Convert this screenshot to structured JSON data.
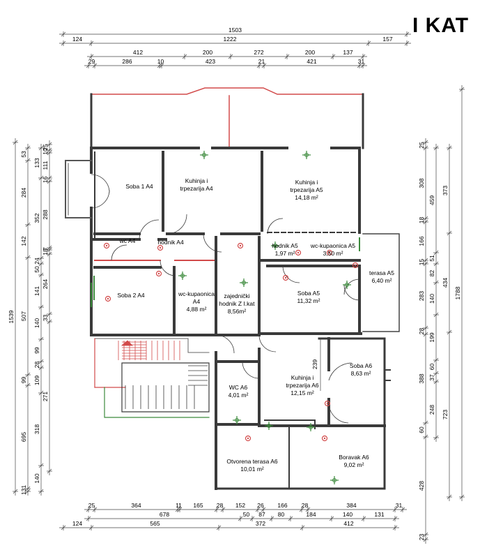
{
  "title": "I KAT",
  "dims": {
    "top1": [
      "1503"
    ],
    "top2": [
      "124",
      "1222",
      "157"
    ],
    "top3": [
      "412",
      "200",
      "272",
      "200",
      "137"
    ],
    "top4": [
      "29",
      "286",
      "10",
      "423",
      "21",
      "421",
      "31"
    ],
    "bot1": [
      "25",
      "364",
      "11",
      "165",
      "28",
      "152",
      "26",
      "166",
      "28",
      "384",
      "31"
    ],
    "bot2": [
      "678",
      "50",
      "87",
      "80",
      "184",
      "140",
      "131"
    ],
    "bot3": [
      "124",
      "565",
      "372",
      "412"
    ],
    "left1": [
      "1539"
    ],
    "left2": [
      "53",
      "284",
      "142",
      "507",
      "99",
      "695",
      "131"
    ],
    "left3": [
      "133",
      "352",
      "24",
      "50",
      "141",
      "140",
      "99",
      "28",
      "109",
      "318",
      "140"
    ],
    "left4": [
      "25",
      "10",
      "111",
      "16",
      "288",
      "7",
      "18",
      "264",
      "33",
      "271"
    ],
    "right1": [
      "1788"
    ],
    "right2": [
      "373",
      "434",
      "723"
    ],
    "right3": [
      "459",
      "51",
      "82",
      "140",
      "199",
      "60",
      "37",
      "248"
    ],
    "right4": [
      "25",
      "308",
      "18",
      "166",
      "15",
      "283",
      "28",
      "388",
      "60",
      "428",
      "23"
    ]
  },
  "rooms": [
    {
      "name": "Soba 1 A4",
      "area": ""
    },
    {
      "name": "Kuhinja i\ntrpezarija A4",
      "area": ""
    },
    {
      "name": "Kuhinja i\ntrpezarija A5",
      "area": "14,18 m²"
    },
    {
      "name": "wc A4",
      "area": ""
    },
    {
      "name": "hodnik A4",
      "area": ""
    },
    {
      "name": "hodnik A5",
      "area": "1,97 m²"
    },
    {
      "name": "wc-kupaonica A5",
      "area": "3,50 m²"
    },
    {
      "name": "terasa A5",
      "area": "6,40 m²"
    },
    {
      "name": "Soba 2 A4",
      "area": ""
    },
    {
      "name": "wc-kupaonica\nA4",
      "area": "4,88 m²"
    },
    {
      "name": "zajednički\nhodnik Z I.kat",
      "area": "8,56m²"
    },
    {
      "name": "Soba A5",
      "area": "11,32 m²"
    },
    {
      "name": "Soba A6",
      "area": "8,63 m²"
    },
    {
      "name": "WC A6",
      "area": "4,01 m²"
    },
    {
      "name": "Kuhinja i\ntrpezarija A6",
      "area": "12,15 m²"
    },
    {
      "name": "Otvorena terasa A6",
      "area": "10,01 m²"
    },
    {
      "name": "Boravak A6",
      "area": "9,02 m²"
    }
  ],
  "inner_dim": "239",
  "colors": {
    "wall": "#3a3a3a",
    "red": "#d24a4a",
    "green": "#3c8a3c"
  }
}
